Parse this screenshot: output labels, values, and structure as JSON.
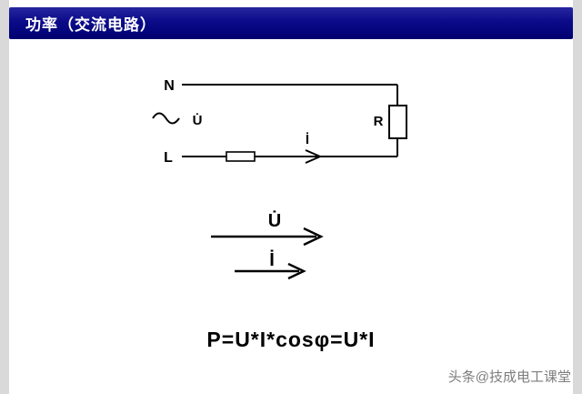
{
  "header": {
    "title": "功率（交流电路）"
  },
  "circuit": {
    "top_node": "N",
    "bottom_node": "L",
    "source_voltage": "U̇",
    "current": "İ",
    "resistor": "R"
  },
  "phasors": {
    "voltage_label": "U̇",
    "current_label": "İ"
  },
  "formula": "P=U*I*cosφ=U*I",
  "watermark": "头条@技成电工课堂"
}
